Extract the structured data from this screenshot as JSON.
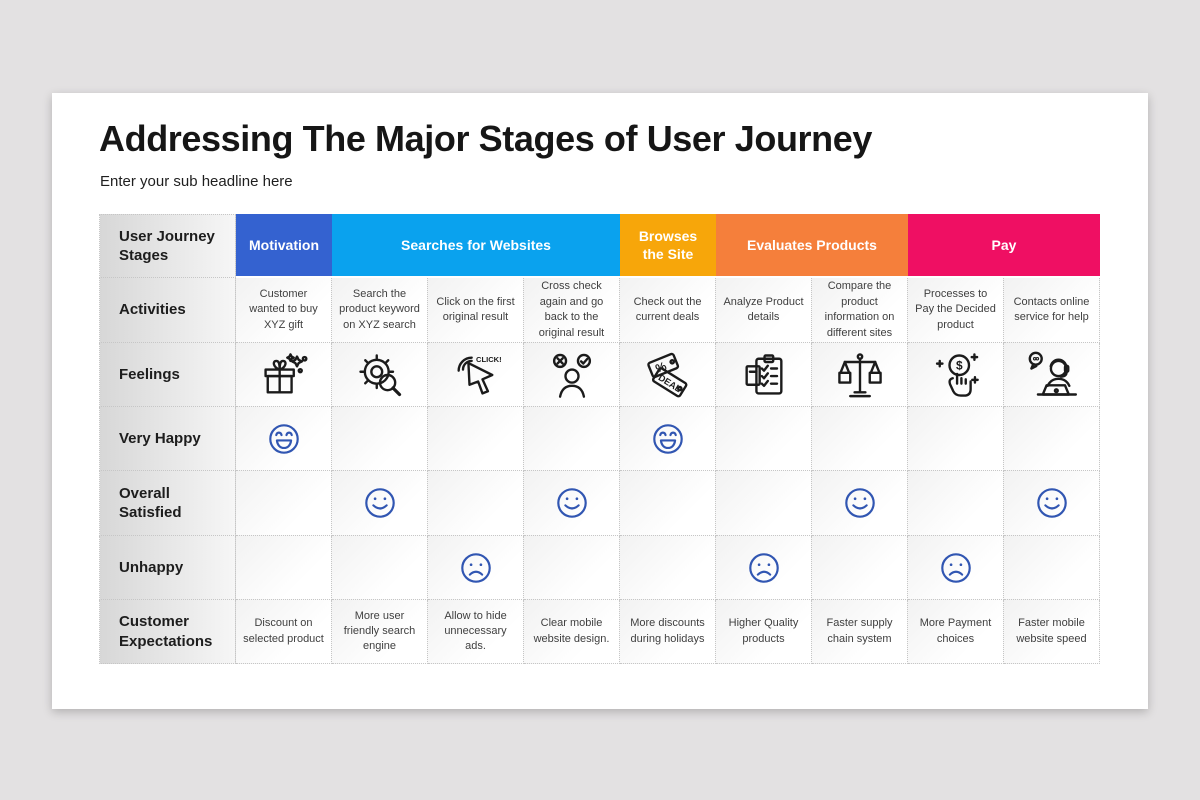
{
  "slide": {
    "title": "Addressing The Major Stages of User Journey",
    "subtitle": "Enter your sub headline here"
  },
  "colors": {
    "stage_motivation": "#3462d0",
    "stage_searches": "#0aa2ee",
    "stage_browses": "#f7a60a",
    "stage_evaluates": "#f57f3b",
    "stage_pay": "#ef0f63",
    "emoji_blue": "#3156b2",
    "icon_black": "#1b1b1b"
  },
  "table": {
    "corner_label": "User Journey Stages",
    "stages": [
      {
        "label": "Motivation",
        "span": 1
      },
      {
        "label": "Searches for Websites",
        "span": 3
      },
      {
        "label": "Browses the Site",
        "span": 1
      },
      {
        "label": "Evaluates Products",
        "span": 2
      },
      {
        "label": "Pay",
        "span": 2
      }
    ],
    "activities": {
      "label": "Activities",
      "cells": [
        "Customer wanted to buy XYZ gift",
        "Search the product keyword on XYZ search",
        "Click on the first original result",
        "Cross check again and go back to the original result",
        "Check out the current deals",
        "Analyze Product details",
        "Compare the product information on different sites",
        "Processes to Pay the Decided product",
        "Contacts online service for help"
      ]
    },
    "feelings": {
      "label": "Feelings",
      "icons": [
        "gift-icon",
        "search-gear-icon",
        "click-cursor-icon",
        "decision-person-icon",
        "deal-tags-icon",
        "checklist-icon",
        "balance-scale-icon",
        "pay-click-icon",
        "support-agent-icon"
      ]
    },
    "very_happy": {
      "label": "Very Happy",
      "marks": [
        "very-happy-icon",
        "",
        "",
        "",
        "very-happy-icon",
        "",
        "",
        "",
        ""
      ]
    },
    "overall_satisfied": {
      "label": "Overall Satisfied",
      "marks": [
        "",
        "satisfied-icon",
        "",
        "satisfied-icon",
        "",
        "",
        "satisfied-icon",
        "",
        "satisfied-icon"
      ]
    },
    "unhappy": {
      "label": "Unhappy",
      "marks": [
        "",
        "",
        "unhappy-icon",
        "",
        "",
        "unhappy-icon",
        "",
        "unhappy-icon",
        ""
      ]
    },
    "expectations": {
      "label": "Customer Expectations",
      "cells": [
        "Discount on selected product",
        "More user friendly search engine",
        "Allow to hide unnecessary ads.",
        "Clear mobile website design.",
        "More discounts during holidays",
        "Higher Quality products",
        "Faster supply chain system",
        "More Payment choices",
        "Faster mobile website speed"
      ]
    }
  }
}
